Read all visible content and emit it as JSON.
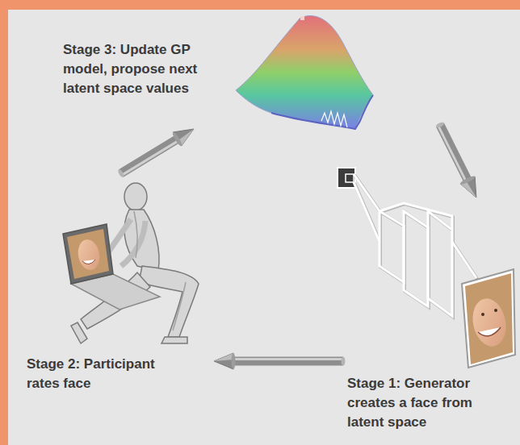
{
  "diagram": {
    "nodes": [
      {
        "text": [
          "Stage 3: Update GP model, propose next latent space values"
        ]
      },
      {
        "text": [
          "Stage 2: Participant rates face"
        ]
      },
      {
        "text": [
          "Stage 1: Generator creates a face from latent space"
        ]
      }
    ],
    "edges": [
      {
        "from": 0,
        "to": 2,
        "arrow": "to"
      },
      {
        "from": 2,
        "to": 1,
        "arrow": "to"
      },
      {
        "from": 1,
        "to": 0,
        "arrow": "to"
      }
    ]
  }
}
